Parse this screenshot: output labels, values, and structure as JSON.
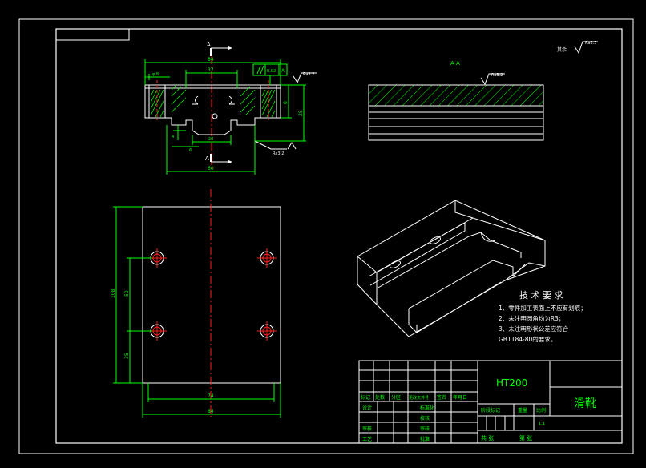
{
  "section_marker": {
    "letter_top": "A",
    "letter_bottom": "A"
  },
  "section_view": {
    "title": "A-A",
    "roughness": "Ra3.2"
  },
  "top_right_roughness": {
    "label": "其余",
    "value": "Ra6.3"
  },
  "front_view": {
    "dims": {
      "overall_top": "84",
      "inner_top": "37",
      "parallel_value": "0.02",
      "datum": "A",
      "left_mark": "φ 8",
      "right_height": "8",
      "right_total": "25",
      "left_small": "4",
      "left_small2": "6",
      "slot_width": "20",
      "bottom_width": "60"
    },
    "roughness_right": "Ra3.2",
    "roughness_bottom": "Ra3.2"
  },
  "plan_view": {
    "dims": {
      "height_total": "108",
      "inner_height": "50",
      "lower_part": "35",
      "inner_width": "74",
      "total_width": "84"
    }
  },
  "tech_requirements": {
    "title": "技 术 要 求",
    "items": [
      "1、零件加工表面上不应有划痕；",
      "2、未注明圆角均为R3；",
      "3、未注明形状公差应符合",
      "GB1184-80的要求。"
    ]
  },
  "title_block": {
    "material": "HT200",
    "part_name": "滑靴",
    "header_cells": [
      "标记",
      "处数",
      "分区",
      "更改文件号",
      "签名",
      "年月日"
    ],
    "rows": [
      {
        "left": "设计",
        "mid": "标准化"
      },
      {
        "left": "",
        "mid": "校核"
      },
      {
        "left": "审核",
        "mid": "审核"
      },
      {
        "left": "工艺",
        "mid": "批准"
      }
    ],
    "stage_label": "阶段标记",
    "weight_label": "重量",
    "scale_label": "比例",
    "scale_value": "1:1",
    "sheet_total": "共  张",
    "sheet_no": "第  张"
  }
}
